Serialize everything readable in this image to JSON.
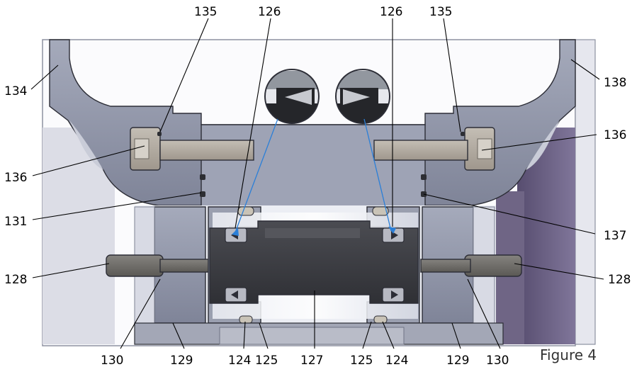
{
  "figure": {
    "caption": "Figure 4",
    "labels": {
      "l134": "134",
      "l135_left": "135",
      "l126_left": "126",
      "l126_right": "126",
      "l135_right": "135",
      "l138": "138",
      "l136_left": "136",
      "l136_right": "136",
      "l131": "131",
      "l137": "137",
      "l128_left": "128",
      "l128_right": "128",
      "l130_left": "130",
      "l129_left": "129",
      "l124_left": "124",
      "l125_left": "125",
      "l127": "127",
      "l125_right": "125",
      "l124_right": "124",
      "l129_right": "129",
      "l130_right": "130"
    }
  },
  "colors": {
    "housing": "#8e93a6",
    "part_dark": "#3d3e44",
    "bolt": "#b2aba2",
    "blue_leader": "#2a7fd8",
    "purple_panel": "#6f6585"
  }
}
